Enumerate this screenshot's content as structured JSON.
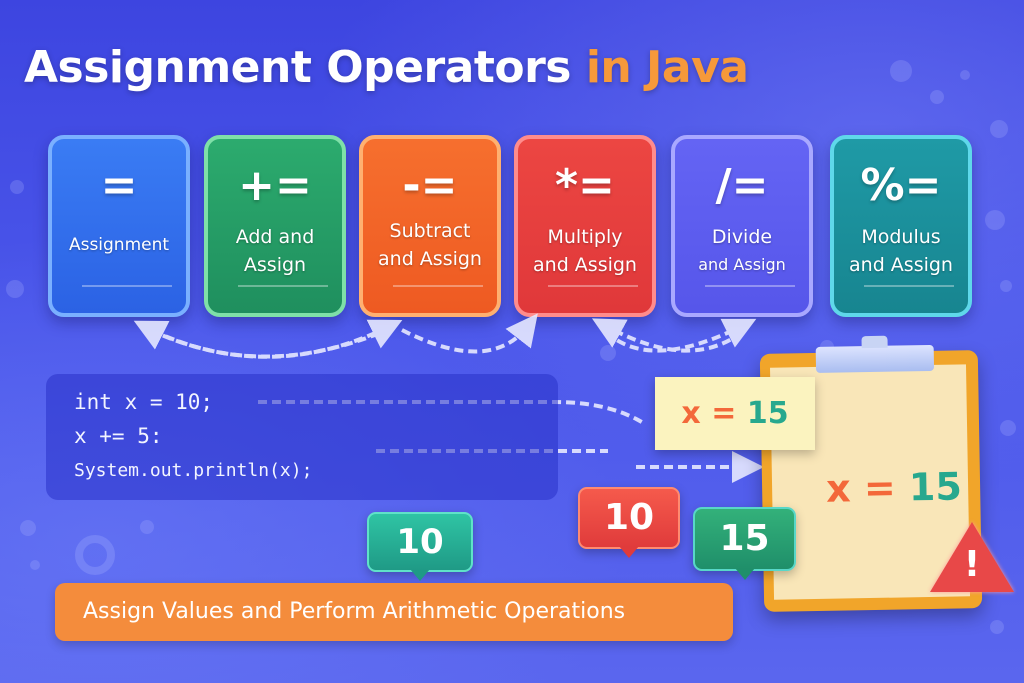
{
  "title": {
    "main": "Assignment Operators",
    "accent": "in Java"
  },
  "colors": {
    "background": "#4450e6",
    "accent_orange": "#f6993a",
    "card_assignment": "#2f6ef0",
    "card_add": "#26a266",
    "card_subtract": "#f4662a",
    "card_multiply": "#e6403e",
    "card_divide": "#5a5cf0",
    "card_modulus": "#1c8f9c",
    "banner": "#f48c3c",
    "note_bg": "#fbf3bf",
    "value_red": "#f3683a",
    "value_teal": "#27a88e"
  },
  "operators": [
    {
      "symbol": "=",
      "label_line1": "Assignment",
      "label_line2": ""
    },
    {
      "symbol": "+=",
      "label_line1": "Add and",
      "label_line2": "Assign"
    },
    {
      "symbol": "-=",
      "label_line1": "Subtract",
      "label_line2": "and Assign"
    },
    {
      "symbol": "*=",
      "label_line1": "Multiply",
      "label_line2": "and Assign"
    },
    {
      "symbol": "/=",
      "label_line1": "Divide",
      "label_line2": "and Assign"
    },
    {
      "symbol": "%=",
      "label_line1": "Modulus",
      "label_line2": "and Assign"
    }
  ],
  "code": {
    "lines": [
      "int x = 10;",
      "x += 5:",
      "System.out.println(x);"
    ]
  },
  "note": {
    "var": "x",
    "eq": "=",
    "value": "15"
  },
  "clipboard": {
    "var": "x",
    "eq": "=",
    "value": "15"
  },
  "bubbles": [
    {
      "value": "10",
      "color": "teal"
    },
    {
      "value": "10",
      "color": "red"
    },
    {
      "value": "15",
      "color": "green"
    }
  ],
  "banner": {
    "text": "Assign Values and Perform Arithmetic Operations"
  },
  "warning": {
    "icon": "warning-icon",
    "mark": "!"
  }
}
